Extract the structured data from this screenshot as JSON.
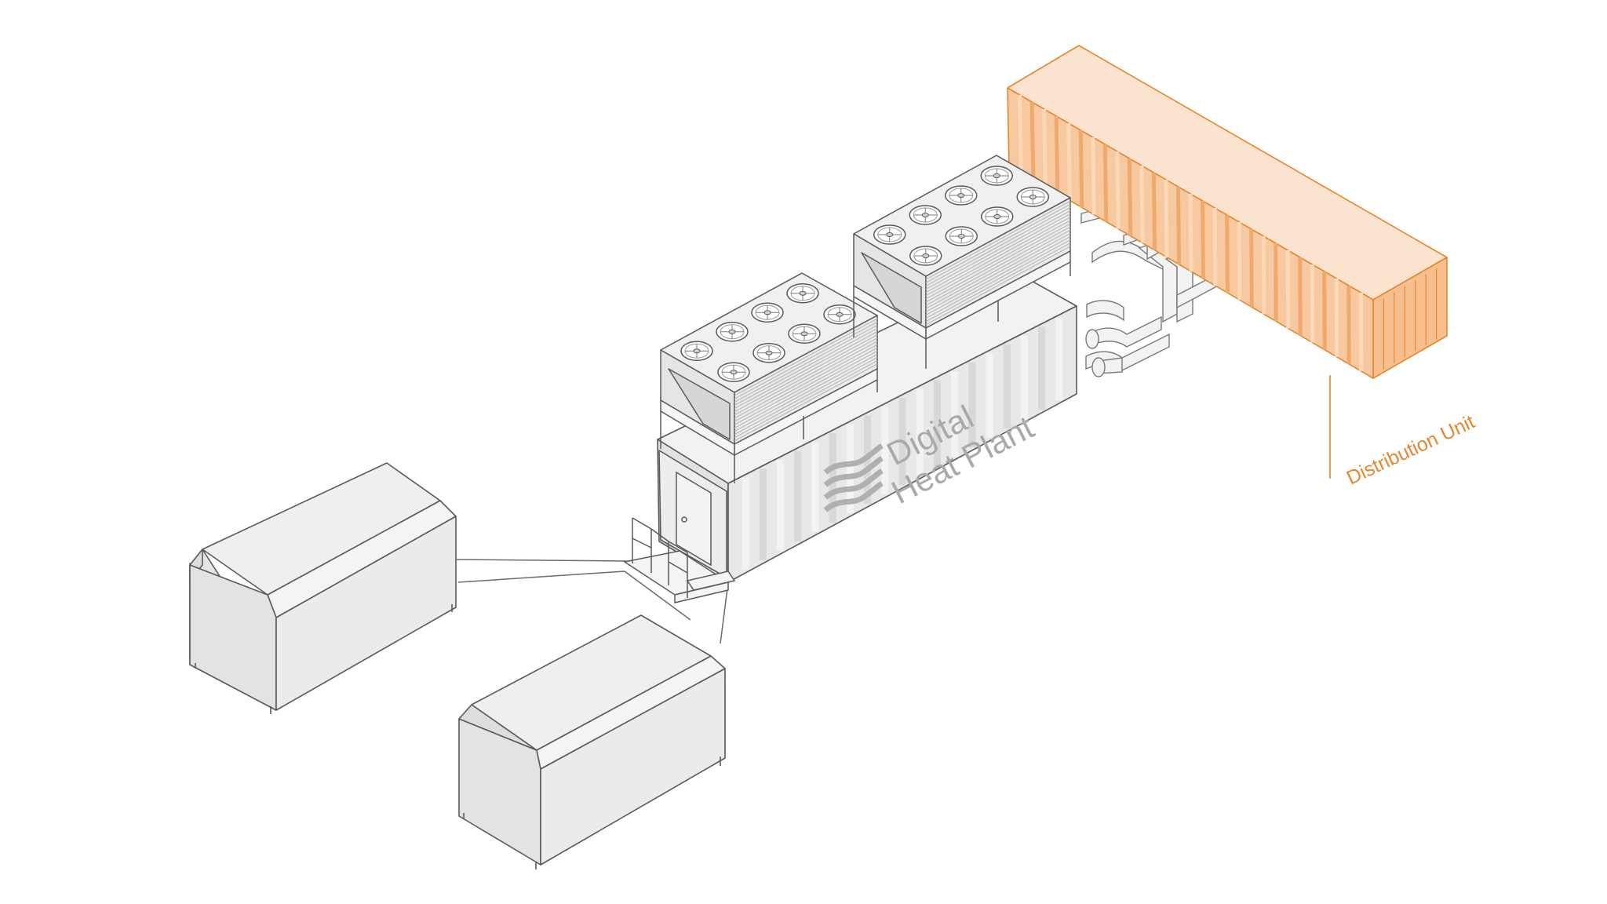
{
  "plant": {
    "brand_line1": "Digital",
    "brand_line2": "Heat Plant"
  },
  "distribution": {
    "label": "Distribution Unit"
  },
  "colors": {
    "outline": "#5a5a5a",
    "shed_fill": "#ececec",
    "container_fill": "#e6e6e6",
    "accent": "#e8862f",
    "accent_fill": "#f7c9a0",
    "brand_text": "#a9a9a9"
  }
}
